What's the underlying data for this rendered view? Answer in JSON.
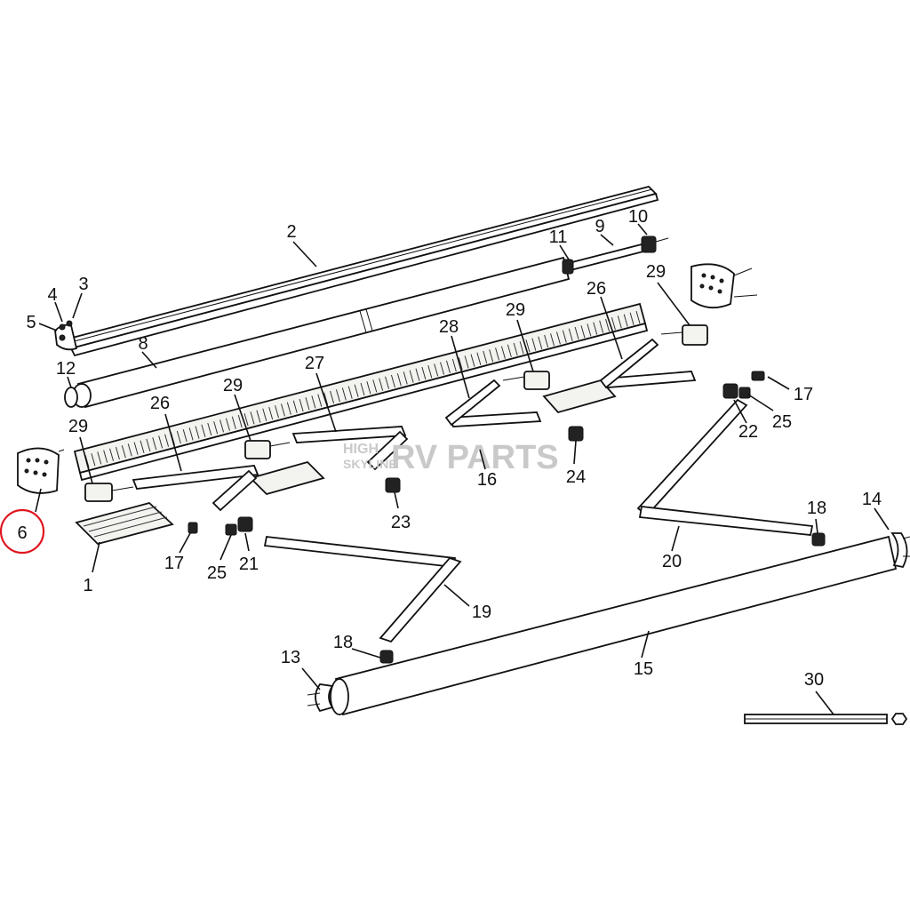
{
  "callouts": [
    {
      "label": "1"
    },
    {
      "label": "2"
    },
    {
      "label": "3"
    },
    {
      "label": "4"
    },
    {
      "label": "5"
    },
    {
      "label": "6"
    },
    {
      "label": "8"
    },
    {
      "label": "9"
    },
    {
      "label": "10"
    },
    {
      "label": "11"
    },
    {
      "label": "12"
    },
    {
      "label": "13"
    },
    {
      "label": "14"
    },
    {
      "label": "15"
    },
    {
      "label": "16"
    },
    {
      "label": "17"
    },
    {
      "label": "17"
    },
    {
      "label": "18"
    },
    {
      "label": "18"
    },
    {
      "label": "19"
    },
    {
      "label": "20"
    },
    {
      "label": "21"
    },
    {
      "label": "22"
    },
    {
      "label": "23"
    },
    {
      "label": "24"
    },
    {
      "label": "25"
    },
    {
      "label": "25"
    },
    {
      "label": "26"
    },
    {
      "label": "26"
    },
    {
      "label": "27"
    },
    {
      "label": "28"
    },
    {
      "label": "29"
    },
    {
      "label": "29"
    },
    {
      "label": "29"
    },
    {
      "label": "29"
    },
    {
      "label": "30"
    }
  ],
  "highlight": {
    "label": "6",
    "color": "#e0141e"
  },
  "watermark": {
    "line1": "HIGH",
    "line2": "SKYLINE",
    "brand": "RV PARTS"
  }
}
